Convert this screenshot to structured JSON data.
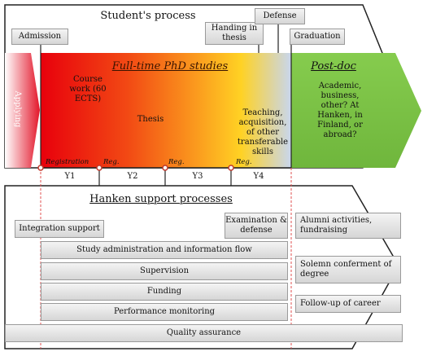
{
  "student_process": {
    "title": "Student's process",
    "milestones": {
      "admission": "Admission",
      "handing_in": "Handing in thesis",
      "defense": "Defense",
      "graduation": "Graduation"
    },
    "applying": "Applying",
    "phd_title": "Full-time PhD studies",
    "course_work": "Course work (60 ECTS)",
    "thesis": "Thesis",
    "teaching": "Teaching, acquisition, of other transferable skills",
    "postdoc_title": "Post-doc",
    "postdoc_text": "Academic, business, other? At Hanken, in Finland, or abroad?",
    "registration": "Registration",
    "reg_labels": [
      "Reg.",
      "Reg.",
      "Reg."
    ],
    "years": [
      "Y1",
      "Y2",
      "Y3",
      "Y4"
    ]
  },
  "support_process": {
    "title": "Hanken support processes",
    "integration": "Integration support",
    "examination": "Examination & defense",
    "bars": [
      "Study administration and information flow",
      "Supervision",
      "Funding",
      "Performance monitoring"
    ],
    "quality": "Quality assurance",
    "right_boxes": [
      "Alumni activities, fundraising",
      "Solemn conferment of degree",
      "Follow-up of career"
    ]
  },
  "colors": {
    "gradient": [
      "#e8000c",
      "#f57a1e",
      "#ffd21e",
      "#c8d8f0"
    ],
    "postdoc_green": "#79c143",
    "applying_pink": "#e02030",
    "dashed_red": "#e05050"
  },
  "icons": [
    "registration-dot",
    "reg-dot"
  ]
}
